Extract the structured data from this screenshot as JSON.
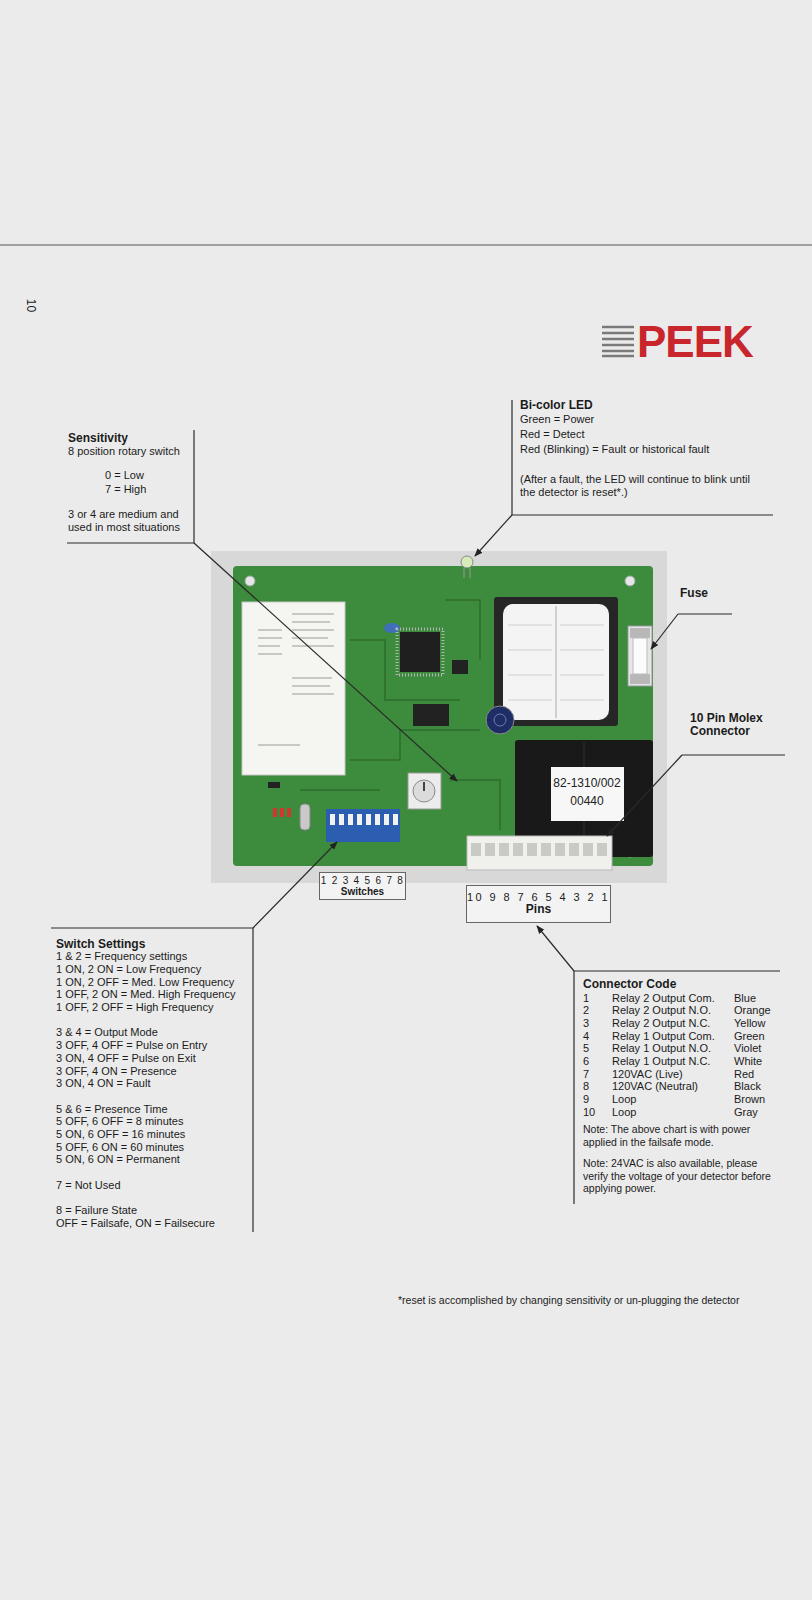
{
  "diagram": {
    "nodes": [
      {
        "text": [
          "1 2 3 4 5 6 7 8",
          "Switches"
        ]
      },
      {
        "text": [
          "10 9 8 7 6 5 4 3 2 1",
          "Pins"
        ]
      }
    ],
    "labels": [
      "10",
      "PEEK",
      "Sensitivity",
      "8 position rotary switch",
      "0 = Low",
      "7 = High",
      "3 or 4 are medium and used in most situations",
      "Bi-color LED",
      "Green = Power",
      "Red = Detect",
      "Red (Blinking) = Fault or historical fault",
      "(After a fault, the LED will continue to blink until the detector is reset*.)",
      "Fuse",
      "10 Pin Molex Connector",
      "82-1310/002",
      "00440",
      "Switch Settings",
      "1 & 2 = Frequency settings",
      "1 ON, 2 ON = Low Frequency",
      "1 ON, 2 OFF = Med. Low Frequency",
      "1 OFF, 2 ON = Med. High Frequency",
      "1 OFF, 2 OFF = High Frequency",
      "3 & 4 = Output Mode",
      "3 OFF, 4 OFF = Pulse on Entry",
      "3 ON, 4 OFF = Pulse on Exit",
      "3 OFF, 4 ON = Presence",
      "3 ON, 4 ON = Fault",
      "5 & 6 = Presence Time",
      "5 OFF, 6 OFF = 8 minutes",
      "5 ON, 6 OFF = 16 minutes",
      "5 OFF, 6 ON = 60 minutes",
      "5 ON, 6 ON = Permanent",
      "7 = Not Used",
      "8 = Failure State",
      "OFF = Failsafe, ON = Failsecure",
      "Connector Code",
      "1",
      "Relay 2 Output Com.",
      "Blue",
      "2",
      "Relay 2 Output N.O.",
      "Orange",
      "3",
      "Relay 2 Output N.C.",
      "Yellow",
      "4",
      "Relay 1 Output Com.",
      "Green",
      "5",
      "Relay 1 Output N.O.",
      "Violet",
      "6",
      "Relay 1 Output N.C.",
      "White",
      "7",
      "120VAC (Live)",
      "Red",
      "8",
      "120VAC (Neutral)",
      "Black",
      "9",
      "Loop",
      "Brown",
      "10",
      "Loop",
      "Gray",
      "Note: The above chart is with power applied in the failsafe mode.",
      "Note: 24VAC is also available, please verify the voltage of your detector before applying power.",
      "*reset is accomplished by changing sensitivity or un-plugging the detector"
    ]
  }
}
